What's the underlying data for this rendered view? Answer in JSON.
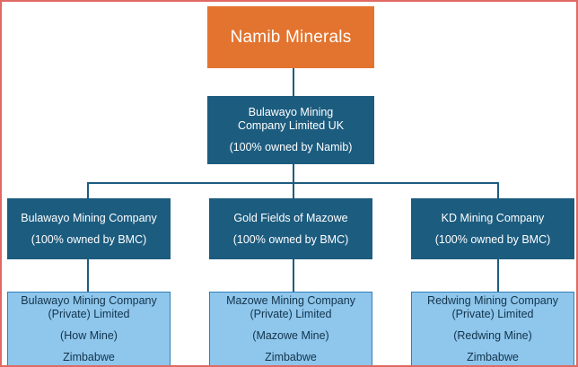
{
  "diagram": {
    "title": "Namib Minerals group structure",
    "colors": {
      "root_fill": "#E3742F",
      "level2_fill": "#1C5C7F",
      "level3_fill": "#1C5C7F",
      "level4_fill": "#8FC6EC",
      "level4_border": "#2E7FB8",
      "connector": "#1C5C7F",
      "page_border": "#E06A63",
      "light_text": "#FFFFFF",
      "dark_text": "#12344B"
    },
    "root": {
      "name": "Namib Minerals"
    },
    "level2": {
      "name_line1": "Bulawayo Mining",
      "name_line2": "Company Limited UK",
      "ownership": "(100% owned by Namib)"
    },
    "level3": [
      {
        "name": "Bulawayo Mining Company",
        "ownership": "(100% owned by BMC)"
      },
      {
        "name": "Gold Fields of Mazowe",
        "ownership": "(100% owned by BMC)"
      },
      {
        "name": "KD Mining Company",
        "ownership": "(100% owned by BMC)"
      }
    ],
    "level4": [
      {
        "name_line1": "Bulawayo Mining Company",
        "name_line2": "(Private) Limited",
        "mine": "(How Mine)",
        "country": "Zimbabwe"
      },
      {
        "name_line1": "Mazowe Mining Company",
        "name_line2": "(Private) Limited",
        "mine": "(Mazowe Mine)",
        "country": "Zimbabwe"
      },
      {
        "name_line1": "Redwing Mining Company",
        "name_line2": "(Private) Limited",
        "mine": "(Redwing Mine)",
        "country": "Zimbabwe"
      }
    ]
  }
}
